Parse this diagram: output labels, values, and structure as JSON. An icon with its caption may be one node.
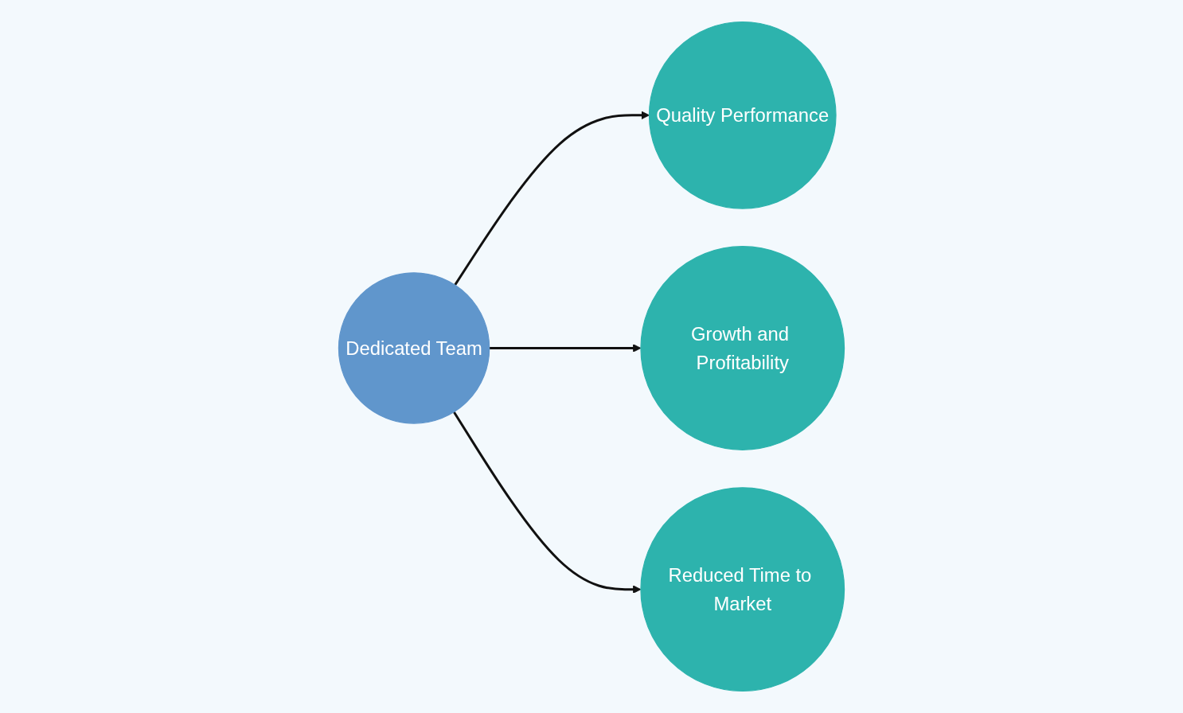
{
  "diagram": {
    "nodes": [
      {
        "text": [
          "Dedicated Team"
        ]
      },
      {
        "text": [
          "Quality Performance"
        ]
      },
      {
        "text": [
          "Growth and Profitability"
        ]
      },
      {
        "text": [
          "Reduced Time to Market"
        ]
      }
    ],
    "edges": [
      {
        "from": 0,
        "to": 1,
        "arrow": "to"
      },
      {
        "from": 0,
        "to": 2,
        "arrow": "to"
      },
      {
        "from": 0,
        "to": 3,
        "arrow": "to"
      }
    ]
  }
}
